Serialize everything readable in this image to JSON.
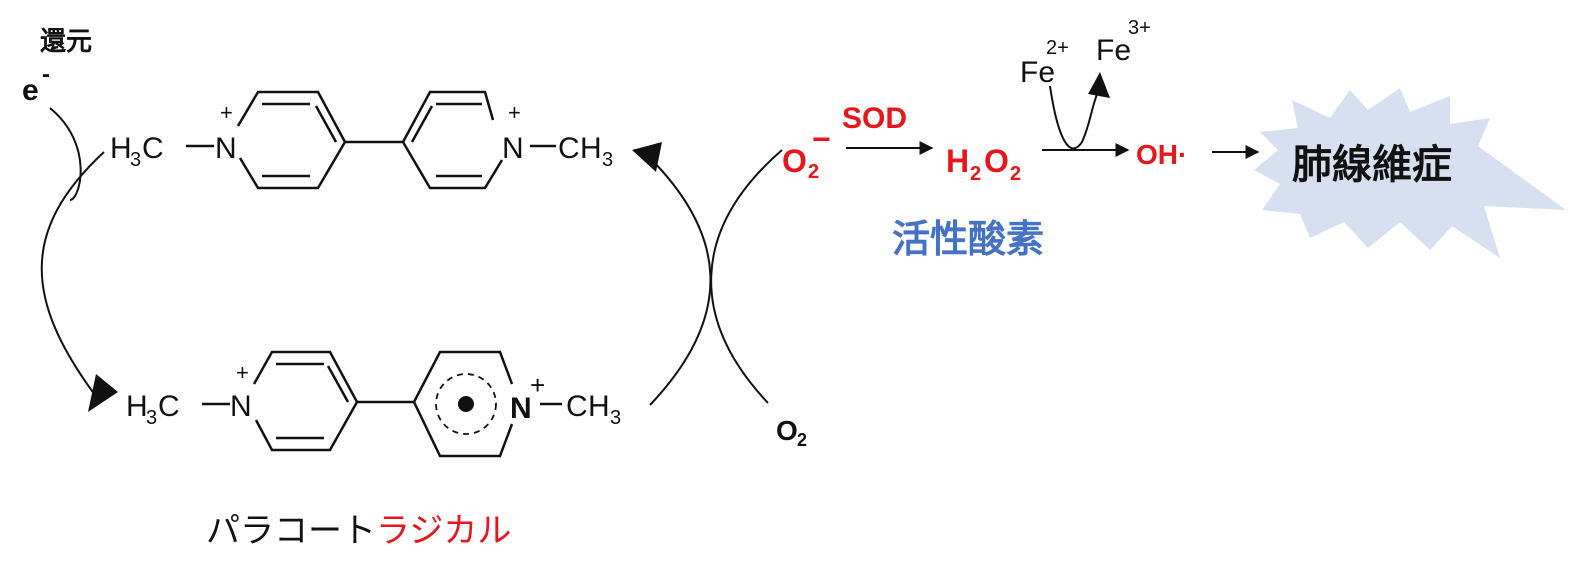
{
  "labels": {
    "reduction": "還元",
    "electron": "e",
    "minus": "-",
    "h3c_top": "H",
    "sub3": "3",
    "c_dash": "C",
    "n_plus": "+",
    "n_atom": "N",
    "ch3_c": "C",
    "ch3_h": "H",
    "o2_out": "O",
    "sub2": "2",
    "superoxide_charge": "−",
    "sod": "SOD",
    "h2o2_h": "H",
    "h2o2_o": "O",
    "oh_radical": "OH·",
    "fe2": "Fe",
    "fe2_charge": "2+",
    "fe3": "Fe",
    "fe3_charge": "3+",
    "ros": "活性酸素",
    "fibrosis": "肺線維症",
    "paraquat": "パラコート",
    "radical": "ラジカル"
  },
  "colors": {
    "text": "#111111",
    "red": "#e8161a",
    "blue": "#4472c4",
    "burst": "#d6e0f0"
  },
  "icons": {
    "radical_dot": "radical-dot-icon",
    "burst": "burst-shape-icon"
  }
}
